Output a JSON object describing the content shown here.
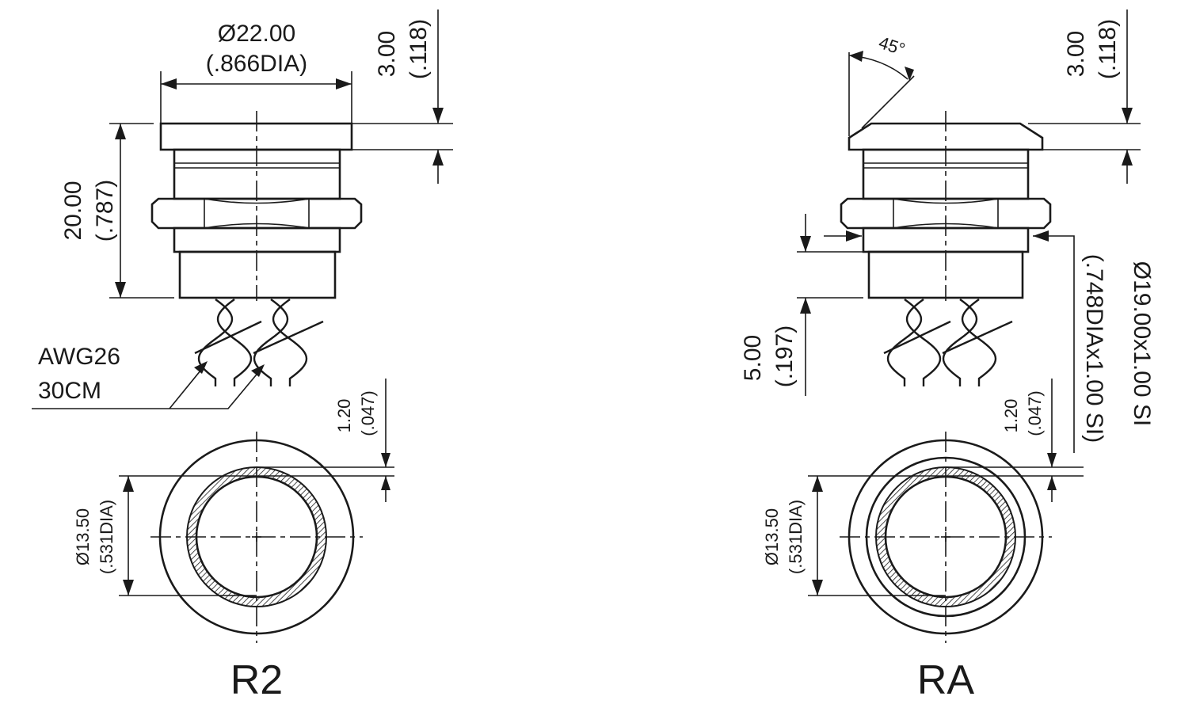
{
  "drawing_title": "",
  "colors": {
    "line": "#1a1a1a",
    "background": "#ffffff"
  },
  "views": {
    "r2": {
      "name": "R2",
      "dim_cap_dia": {
        "mm": "Ø22.00",
        "inch": "(.866DIA)"
      },
      "dim_cap_height": {
        "mm": "3.00",
        "inch": "(.118)"
      },
      "dim_body_height": {
        "mm": "20.00",
        "inch": "(.787)"
      },
      "wire_callout": {
        "line1": "AWG26",
        "line2": "30CM"
      },
      "dim_ring_wall": {
        "mm": "1.20",
        "inch": "(.047)"
      },
      "dim_inner_dia": {
        "mm": "Ø13.50",
        "inch": "(.531DIA)"
      }
    },
    "ra": {
      "name": "RA",
      "dim_chamfer_angle": "45°",
      "dim_cap_height": {
        "mm": "3.00",
        "inch": "(.118)"
      },
      "dim_thread": {
        "mm": "Ø19.00x1.00 SI",
        "inch": "(.748DIAx1.00 SI)"
      },
      "dim_sleeve_height": {
        "mm": "5.00",
        "inch": "(.197)"
      },
      "dim_ring_wall": {
        "mm": "1.20",
        "inch": "(.047)"
      },
      "dim_inner_dia": {
        "mm": "Ø13.50",
        "inch": "(.531DIA)"
      }
    }
  }
}
